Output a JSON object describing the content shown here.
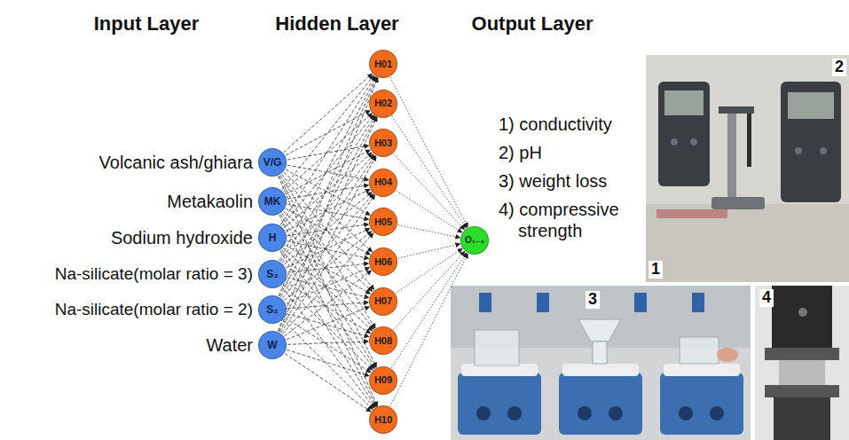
{
  "diagram": {
    "nodes": [
      {
        "text": [
          "V/G"
        ]
      },
      {
        "text": [
          "MK"
        ]
      },
      {
        "text": [
          "H"
        ]
      },
      {
        "text": [
          "S₃"
        ]
      },
      {
        "text": [
          "S₂"
        ]
      },
      {
        "text": [
          "W"
        ]
      },
      {
        "text": [
          "H01"
        ]
      },
      {
        "text": [
          "H02"
        ]
      },
      {
        "text": [
          "H03"
        ]
      },
      {
        "text": [
          "H04"
        ]
      },
      {
        "text": [
          "H05"
        ]
      },
      {
        "text": [
          "H06"
        ]
      },
      {
        "text": [
          "H07"
        ]
      },
      {
        "text": [
          "H08"
        ]
      },
      {
        "text": [
          "H09"
        ]
      },
      {
        "text": [
          "H10"
        ]
      },
      {
        "text": [
          "O₁₋₄"
        ]
      }
    ],
    "edges": [
      {
        "from": 0,
        "to": 6,
        "arrow": "to"
      },
      {
        "from": 0,
        "to": 7,
        "arrow": "to"
      },
      {
        "from": 0,
        "to": 8,
        "arrow": "to"
      },
      {
        "from": 0,
        "to": 9,
        "arrow": "to"
      },
      {
        "from": 0,
        "to": 10,
        "arrow": "to"
      },
      {
        "from": 0,
        "to": 11,
        "arrow": "to"
      },
      {
        "from": 0,
        "to": 12,
        "arrow": "to"
      },
      {
        "from": 0,
        "to": 13,
        "arrow": "to"
      },
      {
        "from": 0,
        "to": 14,
        "arrow": "to"
      },
      {
        "from": 0,
        "to": 15,
        "arrow": "to"
      },
      {
        "from": 1,
        "to": 6,
        "arrow": "to"
      },
      {
        "from": 1,
        "to": 7,
        "arrow": "to"
      },
      {
        "from": 1,
        "to": 8,
        "arrow": "to"
      },
      {
        "from": 1,
        "to": 9,
        "arrow": "to"
      },
      {
        "from": 1,
        "to": 10,
        "arrow": "to"
      },
      {
        "from": 1,
        "to": 11,
        "arrow": "to"
      },
      {
        "from": 1,
        "to": 12,
        "arrow": "to"
      },
      {
        "from": 1,
        "to": 13,
        "arrow": "to"
      },
      {
        "from": 1,
        "to": 14,
        "arrow": "to"
      },
      {
        "from": 1,
        "to": 15,
        "arrow": "to"
      },
      {
        "from": 2,
        "to": 6,
        "arrow": "to"
      },
      {
        "from": 2,
        "to": 7,
        "arrow": "to"
      },
      {
        "from": 2,
        "to": 8,
        "arrow": "to"
      },
      {
        "from": 2,
        "to": 9,
        "arrow": "to"
      },
      {
        "from": 2,
        "to": 10,
        "arrow": "to"
      },
      {
        "from": 2,
        "to": 11,
        "arrow": "to"
      },
      {
        "from": 2,
        "to": 12,
        "arrow": "to"
      },
      {
        "from": 2,
        "to": 13,
        "arrow": "to"
      },
      {
        "from": 2,
        "to": 14,
        "arrow": "to"
      },
      {
        "from": 2,
        "to": 15,
        "arrow": "to"
      },
      {
        "from": 3,
        "to": 6,
        "arrow": "to"
      },
      {
        "from": 3,
        "to": 7,
        "arrow": "to"
      },
      {
        "from": 3,
        "to": 8,
        "arrow": "to"
      },
      {
        "from": 3,
        "to": 9,
        "arrow": "to"
      },
      {
        "from": 3,
        "to": 10,
        "arrow": "to"
      },
      {
        "from": 3,
        "to": 11,
        "arrow": "to"
      },
      {
        "from": 3,
        "to": 12,
        "arrow": "to"
      },
      {
        "from": 3,
        "to": 13,
        "arrow": "to"
      },
      {
        "from": 3,
        "to": 14,
        "arrow": "to"
      },
      {
        "from": 3,
        "to": 15,
        "arrow": "to"
      },
      {
        "from": 4,
        "to": 6,
        "arrow": "to"
      },
      {
        "from": 4,
        "to": 7,
        "arrow": "to"
      },
      {
        "from": 4,
        "to": 8,
        "arrow": "to"
      },
      {
        "from": 4,
        "to": 9,
        "arrow": "to"
      },
      {
        "from": 4,
        "to": 10,
        "arrow": "to"
      },
      {
        "from": 4,
        "to": 11,
        "arrow": "to"
      },
      {
        "from": 4,
        "to": 12,
        "arrow": "to"
      },
      {
        "from": 4,
        "to": 13,
        "arrow": "to"
      },
      {
        "from": 4,
        "to": 14,
        "arrow": "to"
      },
      {
        "from": 4,
        "to": 15,
        "arrow": "to"
      },
      {
        "from": 5,
        "to": 6,
        "arrow": "to"
      },
      {
        "from": 5,
        "to": 7,
        "arrow": "to"
      },
      {
        "from": 5,
        "to": 8,
        "arrow": "to"
      },
      {
        "from": 5,
        "to": 9,
        "arrow": "to"
      },
      {
        "from": 5,
        "to": 10,
        "arrow": "to"
      },
      {
        "from": 5,
        "to": 11,
        "arrow": "to"
      },
      {
        "from": 5,
        "to": 12,
        "arrow": "to"
      },
      {
        "from": 5,
        "to": 13,
        "arrow": "to"
      },
      {
        "from": 5,
        "to": 14,
        "arrow": "to"
      },
      {
        "from": 5,
        "to": 15,
        "arrow": "to"
      },
      {
        "from": 6,
        "to": 16,
        "arrow": "to"
      },
      {
        "from": 7,
        "to": 16,
        "arrow": "to"
      },
      {
        "from": 8,
        "to": 16,
        "arrow": "to"
      },
      {
        "from": 9,
        "to": 16,
        "arrow": "to"
      },
      {
        "from": 10,
        "to": 16,
        "arrow": "to"
      },
      {
        "from": 11,
        "to": 16,
        "arrow": "to"
      },
      {
        "from": 12,
        "to": 16,
        "arrow": "to"
      },
      {
        "from": 13,
        "to": 16,
        "arrow": "to"
      },
      {
        "from": 14,
        "to": 16,
        "arrow": "to"
      },
      {
        "from": 15,
        "to": 16,
        "arrow": "to"
      }
    ],
    "labels": [
      "Input Layer",
      "Hidden Layer",
      "Output Layer",
      "Volcanic ash/ghiara",
      "Metakaolin",
      "Sodium hydroxide",
      "Na-silicate(molar ratio = 3)",
      "Na-silicate(molar ratio = 2)",
      "Water",
      "1) conductivity",
      "2) pH",
      "3) weight loss",
      "4) compressive strength",
      "1",
      "2",
      "3",
      "4"
    ]
  }
}
